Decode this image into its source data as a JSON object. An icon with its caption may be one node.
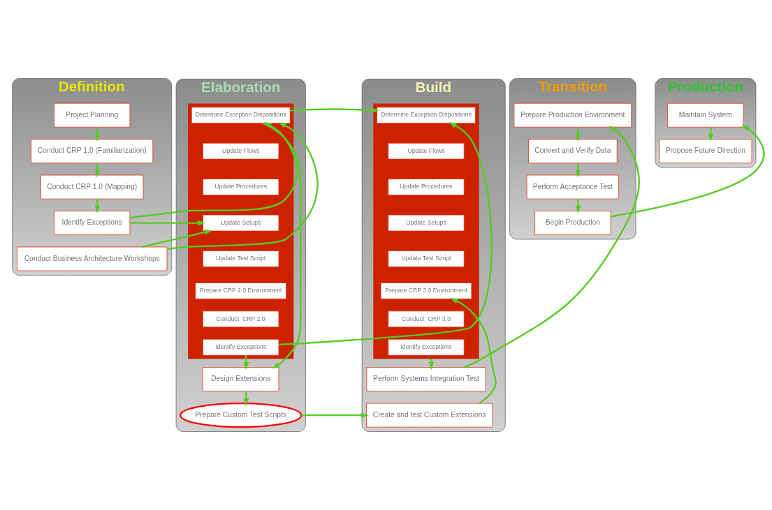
{
  "diagram": {
    "nodes": [
      {
        "text": [
          "Definition"
        ]
      },
      {
        "text": [
          "Elaboration"
        ]
      },
      {
        "text": [
          "Build"
        ]
      },
      {
        "text": [
          "Transition"
        ]
      },
      {
        "text": [
          "Production"
        ]
      },
      {
        "text": [
          "Project Planning"
        ],
        "in": 0
      },
      {
        "text": [
          "Conduct CRP 1.0 (Familiarization)"
        ],
        "in": 0
      },
      {
        "text": [
          "Conduct CRP 1.0 (Mapping)"
        ],
        "in": 0
      },
      {
        "text": [
          "Identify Exceptions"
        ],
        "in": 0
      },
      {
        "text": [
          "Conduct Business Architecture Workshops"
        ],
        "in": 0
      },
      {
        "text": [],
        "shape": "box",
        "in": 1
      },
      {
        "text": [
          "Determine Exception Dispositions"
        ],
        "in": 10
      },
      {
        "text": [
          "Update Flows"
        ],
        "in": 10
      },
      {
        "text": [
          "Update Procedures"
        ],
        "in": 10
      },
      {
        "text": [
          "Update Setups"
        ],
        "in": 10
      },
      {
        "text": [
          "Update Test Script"
        ],
        "in": 10
      },
      {
        "text": [
          "Prepare CRP 2.0 Environment"
        ],
        "in": 10
      },
      {
        "text": [
          "Conduct  CRP 2.0"
        ],
        "in": 10
      },
      {
        "text": [
          "Identify Exceptions"
        ],
        "in": 10
      },
      {
        "text": [
          "Design Extensions"
        ],
        "in": 1
      },
      {
        "text": [
          "Prepare Custom Test Scripts"
        ],
        "in": 1
      },
      {
        "text": [],
        "shape": "box",
        "in": 2
      },
      {
        "text": [
          "Determine Exception Dispositions"
        ],
        "in": 21
      },
      {
        "text": [
          "Update Flows"
        ],
        "in": 21
      },
      {
        "text": [
          "Update Procedures"
        ],
        "in": 21
      },
      {
        "text": [
          "Update Setups"
        ],
        "in": 21
      },
      {
        "text": [
          "Update Test Script"
        ],
        "in": 21
      },
      {
        "text": [
          "Prepare CRP 3.0 Environment"
        ],
        "in": 21
      },
      {
        "text": [
          "Conduct  CRP 3.0"
        ],
        "in": 21
      },
      {
        "text": [
          "Identify Exceptions"
        ],
        "in": 21
      },
      {
        "text": [
          "Perform Systems Integration Test"
        ],
        "in": 2
      },
      {
        "text": [
          "Create and test Custom Extensions"
        ],
        "in": 2
      },
      {
        "text": [
          "Prepare Production Environment"
        ],
        "in": 3
      },
      {
        "text": [
          "Convert and Verify Data"
        ],
        "in": 3
      },
      {
        "text": [
          "Perform Acceptance Test"
        ],
        "in": 3
      },
      {
        "text": [
          "Begin Production"
        ],
        "in": 3
      },
      {
        "text": [
          "Maintain System"
        ],
        "in": 4
      },
      {
        "text": [
          "Propose Future Direction"
        ],
        "in": 4
      }
    ],
    "edges": [
      {
        "from": 5,
        "to": 6,
        "arrow": "to"
      },
      {
        "from": 6,
        "to": 7,
        "arrow": "to"
      },
      {
        "from": 7,
        "to": 8,
        "arrow": "to"
      },
      {
        "from": 8,
        "to": 11,
        "arrow": "to"
      },
      {
        "from": 8,
        "to": 14,
        "arrow": "to"
      },
      {
        "from": 9,
        "to": 11,
        "arrow": "to"
      },
      {
        "from": 9,
        "to": 14,
        "arrow": "to"
      },
      {
        "from": 11,
        "to": 22,
        "arrow": "to"
      },
      {
        "from": 11,
        "to": 19,
        "arrow": "to"
      },
      {
        "from": 18,
        "to": 22,
        "arrow": "to"
      },
      {
        "from": 18,
        "to": 19,
        "arrow": "to"
      },
      {
        "from": 19,
        "to": 20,
        "arrow": "to"
      },
      {
        "from": 20,
        "to": 31,
        "arrow": "to"
      },
      {
        "from": 21,
        "to": 30,
        "arrow": "to"
      },
      {
        "from": 30,
        "to": 32,
        "arrow": "to"
      },
      {
        "from": 31,
        "to": 27,
        "arrow": "to"
      },
      {
        "from": 32,
        "to": 33,
        "arrow": "to"
      },
      {
        "from": 33,
        "to": 34,
        "arrow": "to"
      },
      {
        "from": 34,
        "to": 35,
        "arrow": "to"
      },
      {
        "from": 35,
        "to": 36,
        "arrow": "to"
      },
      {
        "from": 36,
        "to": 37,
        "arrow": "to"
      }
    ]
  }
}
